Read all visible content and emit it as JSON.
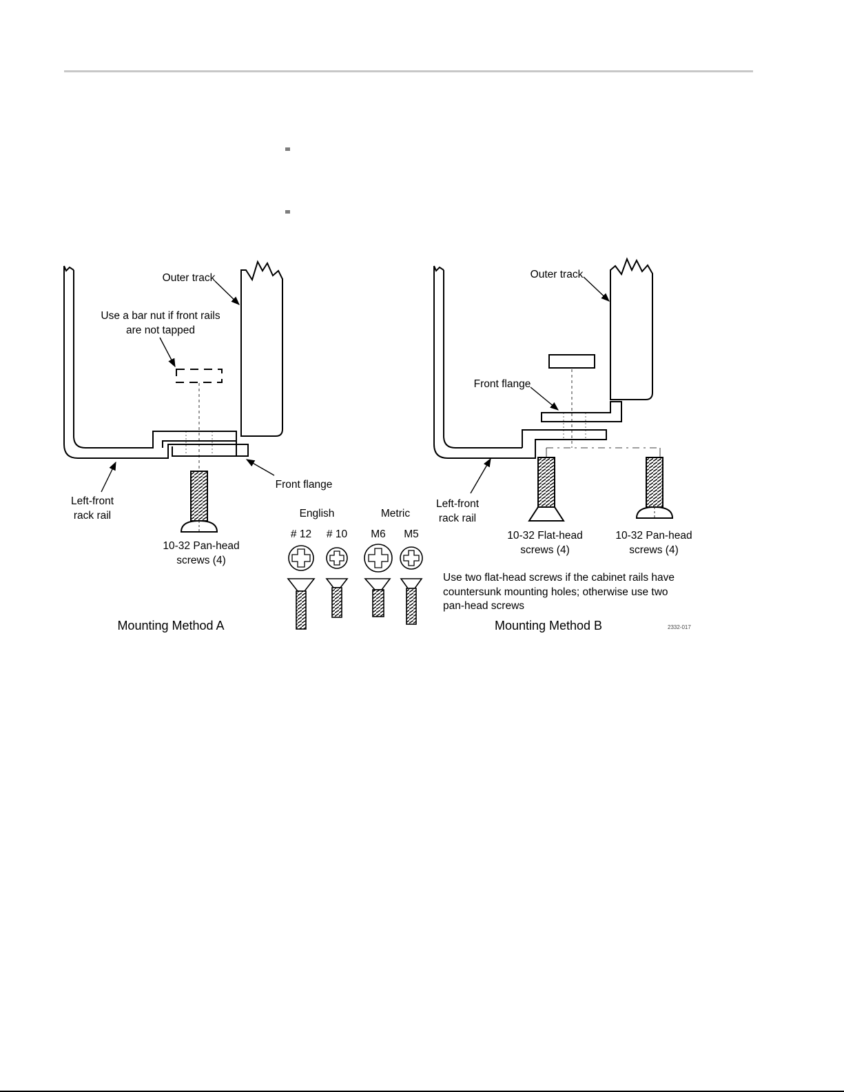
{
  "method_a": {
    "caption": "Mounting Method A",
    "outer_track": "Outer track",
    "bar_nut_line1": "Use a bar nut if front rails",
    "bar_nut_line2": "are not tapped",
    "front_flange": "Front flange",
    "rail_line1": "Left-front",
    "rail_line2": "rack rail",
    "screw_line1": "10-32 Pan-head",
    "screw_line2": "screws (4)"
  },
  "method_b": {
    "caption": "Mounting Method B",
    "outer_track": "Outer track",
    "front_flange": "Front flange",
    "rail_line1": "Left-front",
    "rail_line2": "rack rail",
    "flat_line1": "10-32 Flat-head",
    "flat_line2": "screws (4)",
    "pan_line1": "10-32 Pan-head",
    "pan_line2": "screws (4)",
    "note_line1": "Use two flat-head screws if the cabinet rails have",
    "note_line2": "countersunk mounting holes; otherwise use two",
    "note_line3": "pan-head screws",
    "figure_id": "2332-017"
  },
  "screw_chart": {
    "english": "English",
    "metric": "Metric",
    "sizes": [
      "# 12",
      "# 10",
      "M6",
      "M5"
    ]
  }
}
